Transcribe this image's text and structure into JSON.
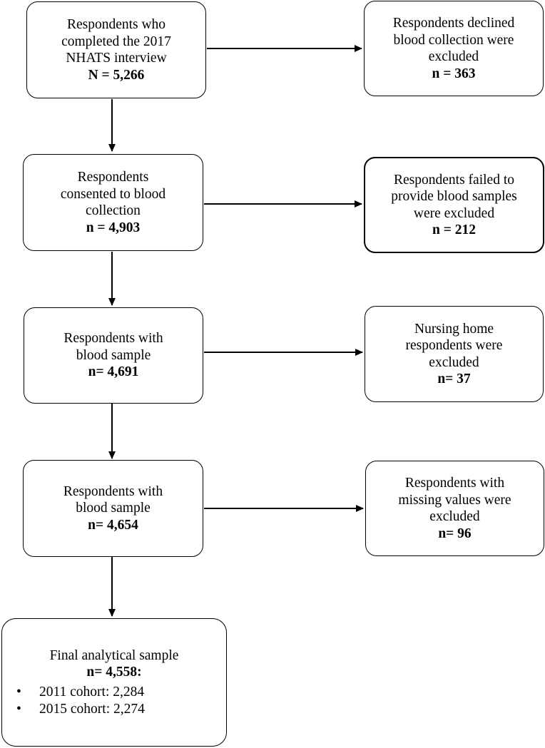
{
  "flowchart": {
    "main_boxes": [
      {
        "lines": [
          "Respondents who",
          "completed the 2017",
          "NHATS interview"
        ],
        "count": "N = 5,266"
      },
      {
        "lines": [
          "Respondents",
          "consented to blood",
          "collection"
        ],
        "count": "n = 4,903"
      },
      {
        "lines": [
          "Respondents with",
          "blood sample"
        ],
        "count": "n= 4,691"
      },
      {
        "lines": [
          "Respondents with",
          "blood sample"
        ],
        "count": "n= 4,654"
      }
    ],
    "exclusion_boxes": [
      {
        "lines": [
          "Respondents declined",
          "blood collection were",
          "excluded"
        ],
        "count": "n = 363"
      },
      {
        "lines": [
          "Respondents failed to",
          "provide blood samples",
          "were excluded"
        ],
        "count": "n = 212"
      },
      {
        "lines": [
          "Nursing home",
          "respondents were",
          "excluded"
        ],
        "count": "n= 37"
      },
      {
        "lines": [
          "Respondents with",
          "missing values were",
          "excluded"
        ],
        "count": "n= 96"
      }
    ],
    "final_box": {
      "title": "Final analytical sample",
      "count": "n= 4,558:",
      "bullet_char": "•",
      "bullets": [
        "2011 cohort: 2,284",
        "2015 cohort: 2,274"
      ]
    }
  }
}
